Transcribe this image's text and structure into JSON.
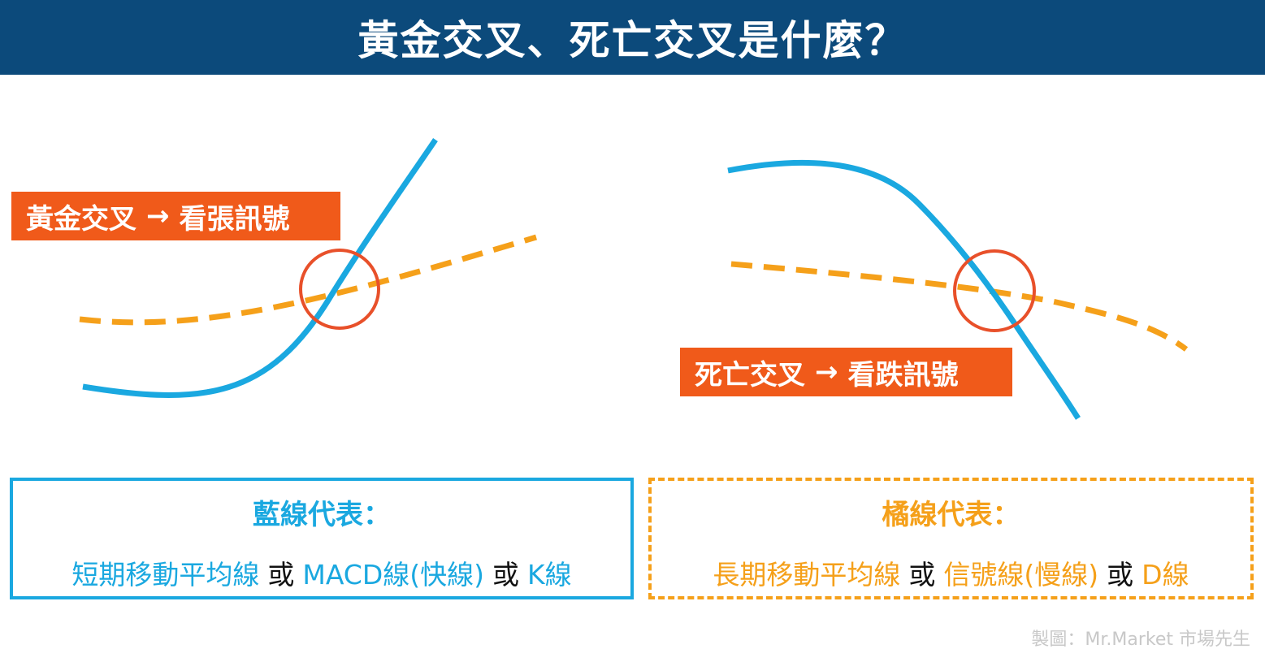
{
  "title": "黃金交叉、死亡交叉是什麼？",
  "golden_cross": {
    "label_left": "黃金交叉",
    "arrow": "→",
    "label_right": "看張訊號"
  },
  "death_cross": {
    "label_left": "死亡交叉",
    "arrow": "→",
    "label_right": "看跌訊號"
  },
  "blue_legend": {
    "heading": "藍線代表：",
    "item1": "短期移動平均線",
    "sep1": "或",
    "item2": "MACD線(快線)",
    "sep2": "或",
    "item3": "K線"
  },
  "orange_legend": {
    "heading": "橘線代表：",
    "item1": "長期移動平均線",
    "sep1": "或",
    "item2": "信號線(慢線)",
    "sep2": "或",
    "item3": "D線"
  },
  "credit": "製圖：Mr.Market 市場先生",
  "colors": {
    "title_bg": "#0c4a7b",
    "blue_line": "#1aa8e0",
    "orange_line": "#f5a01a",
    "label_bg": "#f05a1a",
    "circle": "#e8502a"
  }
}
